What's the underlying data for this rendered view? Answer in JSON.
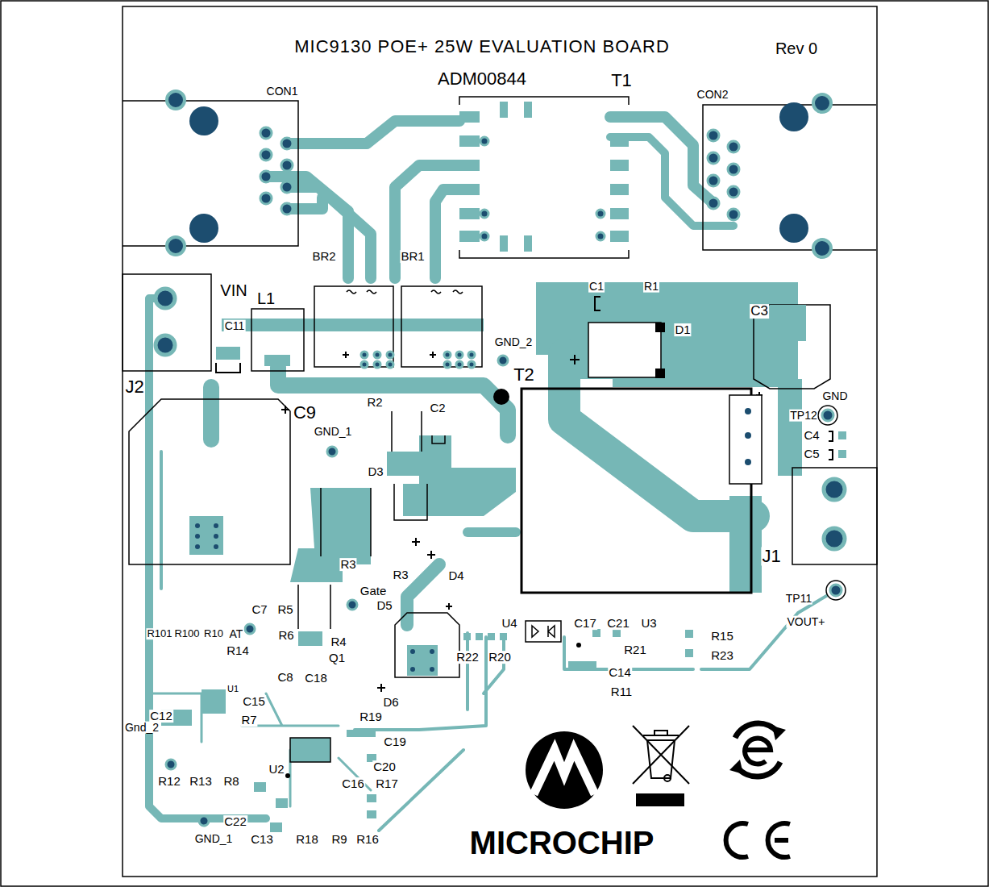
{
  "diagram": {
    "title": "MIC9130 POE+ 25W EVALUATION BOARD",
    "labels": [
      "Rev 0",
      "ADM00844",
      "T1",
      "CON1",
      "CON2",
      "BR2",
      "BR1",
      "VIN",
      "L1",
      "C1",
      "R1",
      "C3",
      "D1",
      "C11",
      "GND_2",
      "T2",
      "J2",
      "GND",
      "C9",
      "R2",
      "C2",
      "TP12",
      "C4",
      "C5",
      "GND_1",
      "D3",
      "J1",
      "R3",
      "R3",
      "D4",
      "TP11",
      "Gate",
      "D5",
      "C7",
      "R5",
      "VOUT+",
      "U4",
      "C17",
      "C21",
      "U3",
      "R101",
      "R100",
      "R10",
      "AT",
      "R6",
      "R4",
      "R15",
      "R23",
      "R14",
      "R21",
      "R22",
      "R20",
      "Q1",
      "C8",
      "C18",
      "C14",
      "R11",
      "U1",
      "D6",
      "C15",
      "C12",
      "R7",
      "R19",
      "C19",
      "Gnd_2",
      "C20",
      "U2",
      "C16",
      "R17",
      "R12",
      "R13",
      "R8",
      "C22",
      "GND_1",
      "C13",
      "R18",
      "R9",
      "R16",
      "MICROCHIP"
    ]
  }
}
